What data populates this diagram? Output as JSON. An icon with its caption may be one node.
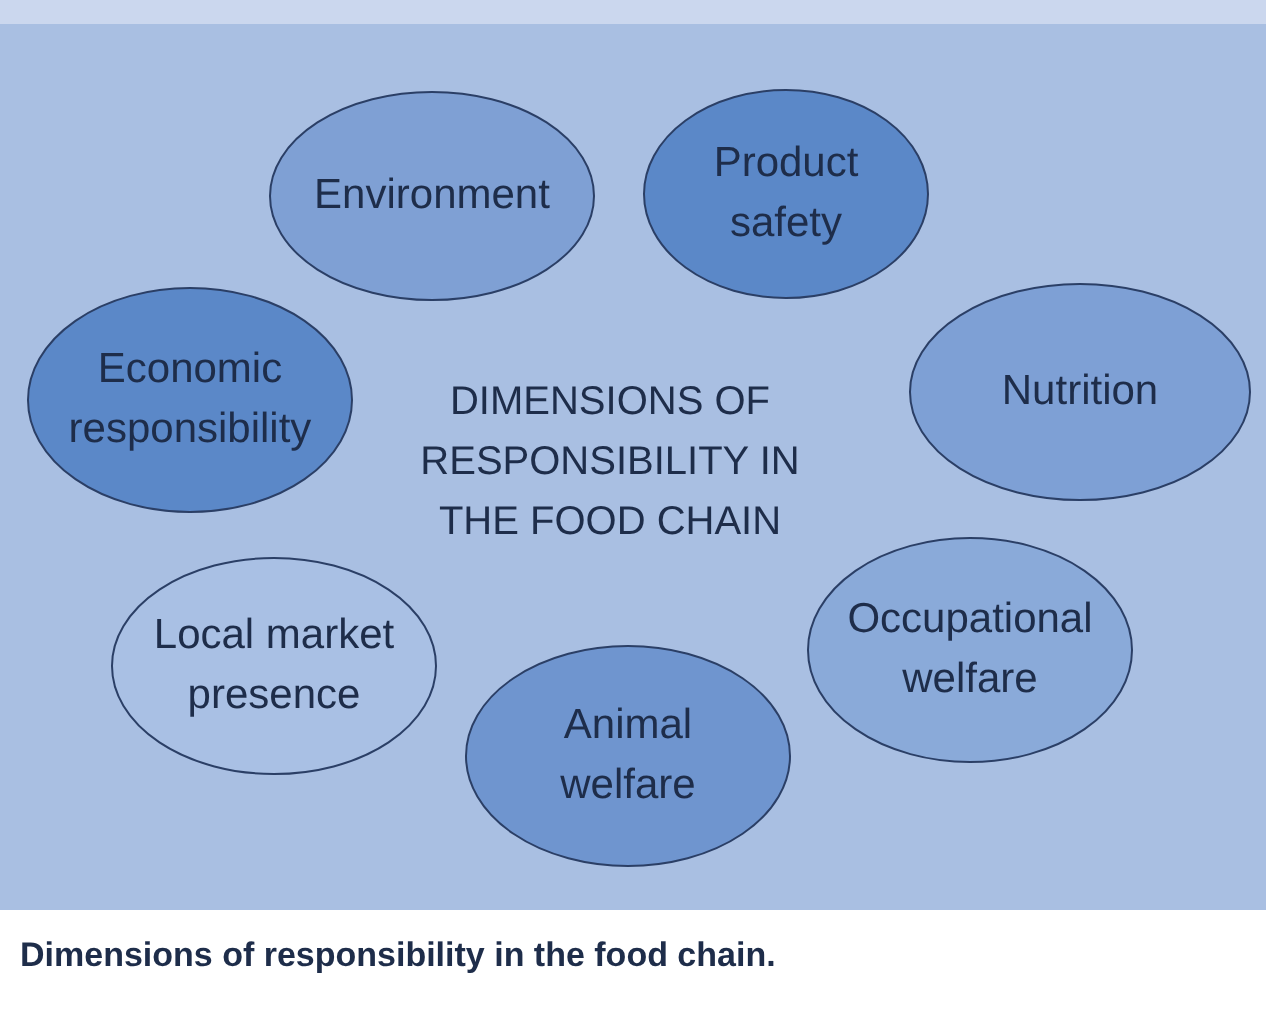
{
  "diagram": {
    "caption": "Dimensions of responsibility in the food chain.",
    "nodes": [
      {
        "text": [
          "Environment"
        ]
      },
      {
        "text": [
          "Product safety"
        ]
      },
      {
        "text": [
          "Economic responsibility"
        ]
      },
      {
        "text": [
          "Nutrition"
        ]
      },
      {
        "text": [
          "Local market presence"
        ]
      },
      {
        "text": [
          "Animal welfare"
        ]
      },
      {
        "text": [
          "Occupational welfare"
        ]
      }
    ],
    "edges": [],
    "labels": [
      "DIMENSIONS OF RESPONSIBILITY IN THE FOOD CHAIN"
    ]
  }
}
